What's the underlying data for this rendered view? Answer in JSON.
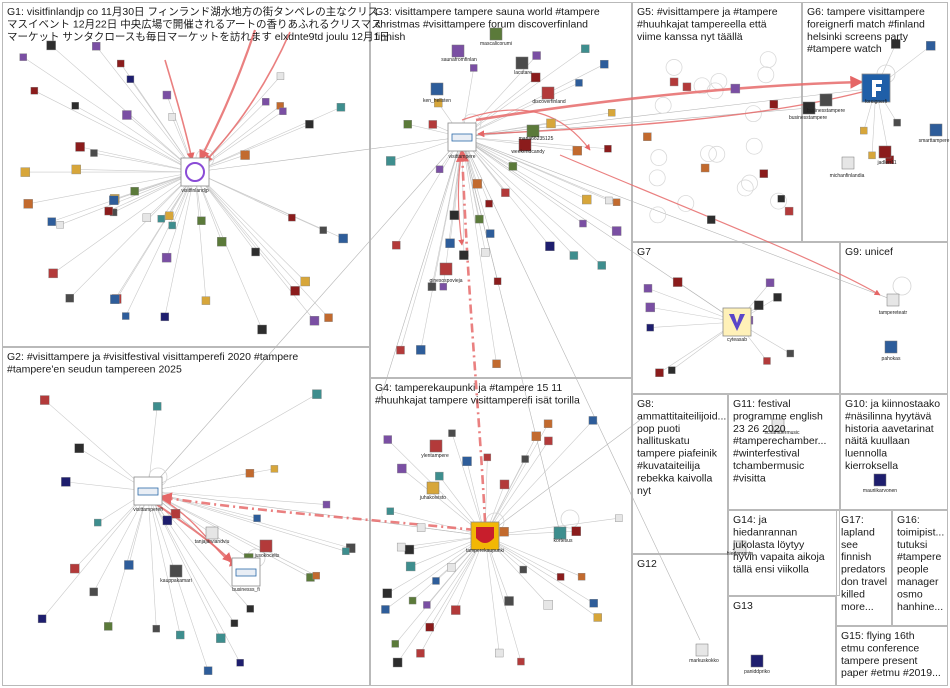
{
  "groups": [
    {
      "id": "G1",
      "lines": [
        "G1: visitfinlandjp co 11月30日 フィンランド湖水地方の街タンペレの主なクリス",
        "マスイベント 12月22日 中央広場で開催されるアートの香りあふれるクリスマス",
        "マーケット サンタクロースも毎日マーケットを訪れます elxdnte9td joulu 12月1日"
      ]
    },
    {
      "id": "G2",
      "lines": [
        "G2: #visittampere ja #visitfestival visittamperefi 2020 #tampere",
        "#tampere'en seudun tampereen 2025"
      ]
    },
    {
      "id": "G3",
      "lines": [
        "G3: visittampere tampere sauna world #tampere",
        "christmas #visittampere forum discoverfinland",
        "finnish"
      ]
    },
    {
      "id": "G4",
      "lines": [
        "G4: tamperekaupunki ja #tampere 15 11",
        "#huuhkajat tampere visittamperefi isät torilla"
      ]
    },
    {
      "id": "G5",
      "lines": [
        "G5: #visittampere ja #tampere",
        "#huuhkajat tampereella että",
        "viime kanssa nyt täällä"
      ]
    },
    {
      "id": "G6",
      "lines": [
        "G6: tampere visittampere",
        "foreignerfi match #finland",
        "helsinki screens party",
        "#tampere watch"
      ]
    },
    {
      "id": "G7",
      "lines": [
        "G7"
      ]
    },
    {
      "id": "G8",
      "lines": [
        "G8:",
        "ammattitaiteilijoid...",
        "pop puoti",
        "hallituskatu",
        "tampere piafeinik",
        "#kuvataiteilija",
        "rebekka kaivolla",
        "nyt"
      ]
    },
    {
      "id": "G9",
      "lines": [
        "G9: unicef"
      ]
    },
    {
      "id": "G10",
      "lines": [
        "G10: ja kiinnostaako",
        "#näsilinna hyytävä",
        "historia aavetarinat",
        "näitä kuullaan",
        "luennolla",
        "kierroksella"
      ]
    },
    {
      "id": "G11",
      "lines": [
        "G11: festival",
        "programme english",
        "23 26 2020",
        "#tamperechamber...",
        "#winterfestival",
        "tchambermusic",
        "#visitta"
      ]
    },
    {
      "id": "G12",
      "lines": [
        "G12"
      ]
    },
    {
      "id": "G13",
      "lines": [
        "G13"
      ]
    },
    {
      "id": "G14",
      "lines": [
        "G14: ja",
        "hiedanrannan",
        "jukolasta löytyy",
        "hyvin vapaita aikoja",
        "tällä ensi viikolla"
      ]
    },
    {
      "id": "G15",
      "lines": [
        "G15: flying 16th",
        "etmu conference",
        "tampere present",
        "paper #etmu #2019..."
      ]
    },
    {
      "id": "G16",
      "lines": [
        "G16:",
        "toimipist...",
        "tutuksi",
        "#tampere",
        "people",
        "manager",
        "osmo",
        "hanhine..."
      ]
    },
    {
      "id": "G17",
      "lines": [
        "G17:",
        "lapland",
        "see",
        "finnish",
        "predators",
        "don travel",
        "killed",
        "more..."
      ]
    }
  ],
  "node_labels": {
    "visitfinlandjp": "visitfinlandjp",
    "visittampere": "visittampere",
    "visittamperefi": "visittamperefi",
    "tamperekaupunki": "tamperekaupunki",
    "foreignerfi": "foreignerfi",
    "cyteasab": "cyteasab",
    "tampereteatr": "tampereteatr",
    "pahokas": "pahokas",
    "mauriikarvonen": "mauriikarvonen",
    "markuskokko": "markuskokko",
    "paniddpriko": "paniddpriko",
    "hiedanranta": "hiedanranta",
    "schambermusic": "schambermusic",
    "businesstampere": "businesstampere",
    "businesstamp2": "businesstampere",
    "michanfinlandia": "michanfinlandia",
    "jadlerr11": "jadlerr11",
    "smarttampere": "smarttampere",
    "discoverfinland": "discoverfinland",
    "saunafromfinlan": "saunafromfinlan",
    "lacutare": "lacutare",
    "mascalicorumi": "mascalicorumi",
    "ken_hellsten": "ken_hellsten",
    "weekendcandy": "weekendcandy",
    "maria": "maria66235125",
    "ginesospovieja": "ginesospovieja",
    "ylentampere": "ylentampere",
    "juhakoivisto": "juhakoivisto",
    "kortesus": "kortesus",
    "tanjajarviandviu": "tanjajarviandviu",
    "kauppakamari": "kauppakamari",
    "businesss": "businesss_fi",
    "jusokocelts": "jusokocelts"
  },
  "colors": {
    "accent_red": "#e83a3a",
    "edge_gray": "#aaaaaa",
    "box_border": "#b9b9b9"
  }
}
